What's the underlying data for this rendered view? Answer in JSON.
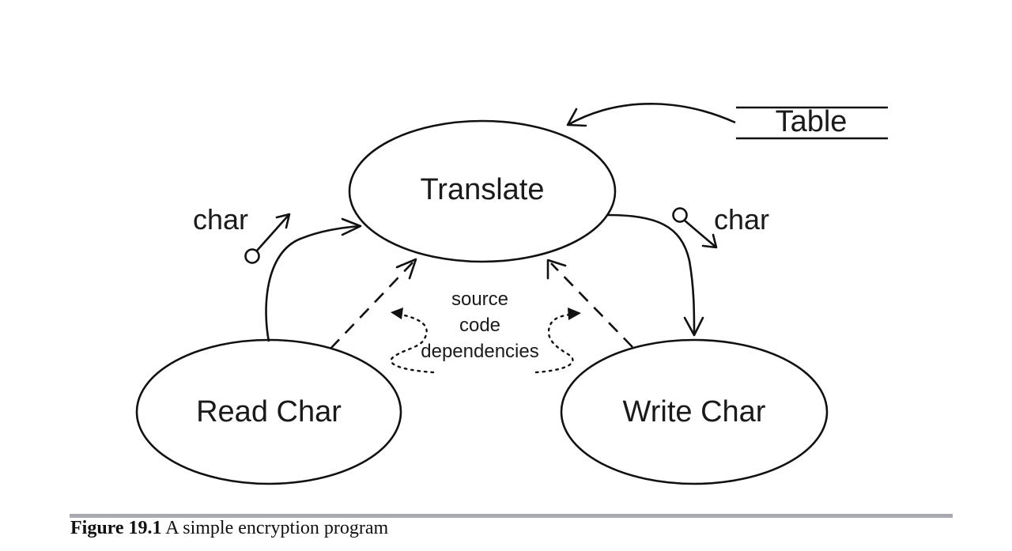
{
  "diagram": {
    "nodes": {
      "translate": "Translate",
      "read_char": "Read Char",
      "write_char": "Write Char",
      "table": "Table"
    },
    "flows": {
      "in_label": "char",
      "out_label": "char"
    },
    "dependencies": {
      "line1": "source",
      "line2": "code",
      "line3": "dependencies"
    }
  },
  "caption": {
    "number": "Figure 19.1",
    "text": " A simple encryption program"
  }
}
